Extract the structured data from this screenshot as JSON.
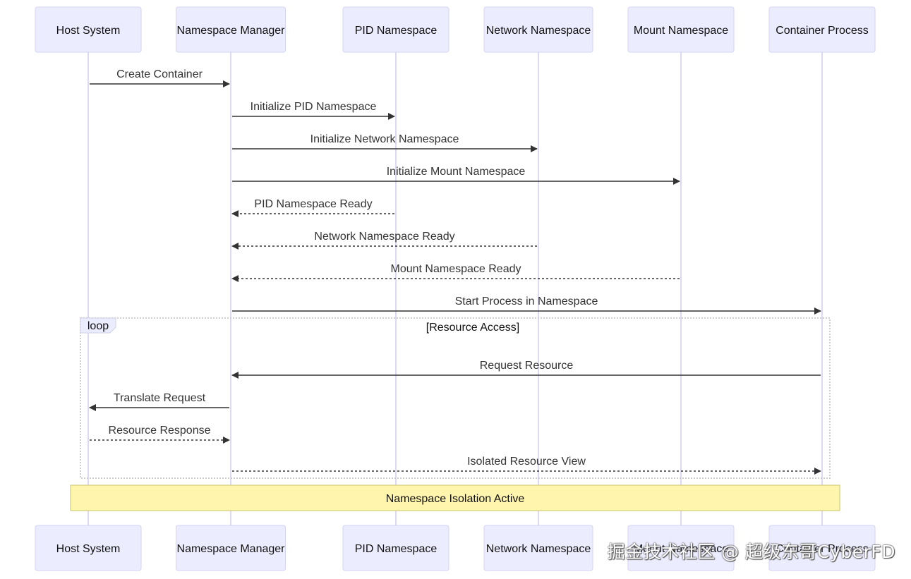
{
  "participants": [
    {
      "id": "host",
      "label": "Host System"
    },
    {
      "id": "nsm",
      "label": "Namespace Manager"
    },
    {
      "id": "pid",
      "label": "PID Namespace"
    },
    {
      "id": "net",
      "label": "Network Namespace"
    },
    {
      "id": "mnt",
      "label": "Mount Namespace"
    },
    {
      "id": "proc",
      "label": "Container Process"
    }
  ],
  "messages": [
    {
      "from": "host",
      "to": "nsm",
      "label": "Create Container",
      "dashed": false
    },
    {
      "from": "nsm",
      "to": "pid",
      "label": "Initialize PID Namespace",
      "dashed": false
    },
    {
      "from": "nsm",
      "to": "net",
      "label": "Initialize Network Namespace",
      "dashed": false
    },
    {
      "from": "nsm",
      "to": "mnt",
      "label": "Initialize Mount Namespace",
      "dashed": false
    },
    {
      "from": "pid",
      "to": "nsm",
      "label": "PID Namespace Ready",
      "dashed": true
    },
    {
      "from": "net",
      "to": "nsm",
      "label": "Network Namespace Ready",
      "dashed": true
    },
    {
      "from": "mnt",
      "to": "nsm",
      "label": "Mount Namespace Ready",
      "dashed": true
    },
    {
      "from": "nsm",
      "to": "proc",
      "label": "Start Process in Namespace",
      "dashed": false
    },
    {
      "from": "proc",
      "to": "nsm",
      "label": "Request Resource",
      "dashed": false
    },
    {
      "from": "nsm",
      "to": "host",
      "label": "Translate Request",
      "dashed": false
    },
    {
      "from": "host",
      "to": "nsm",
      "label": "Resource Response",
      "dashed": true
    },
    {
      "from": "nsm",
      "to": "proc",
      "label": "Isolated Resource View",
      "dashed": true
    }
  ],
  "loop": {
    "keyword": "loop",
    "condition": "[Resource Access]"
  },
  "note": {
    "text": "Namespace Isolation Active"
  },
  "watermark": "掘金技术社区 @ 超级东哥CyberFD",
  "colors": {
    "actor_fill": "#ececff",
    "actor_stroke": "#d3d3f5",
    "note_fill": "#fff5ad",
    "note_stroke": "#c8c66a",
    "line": "#333333"
  }
}
